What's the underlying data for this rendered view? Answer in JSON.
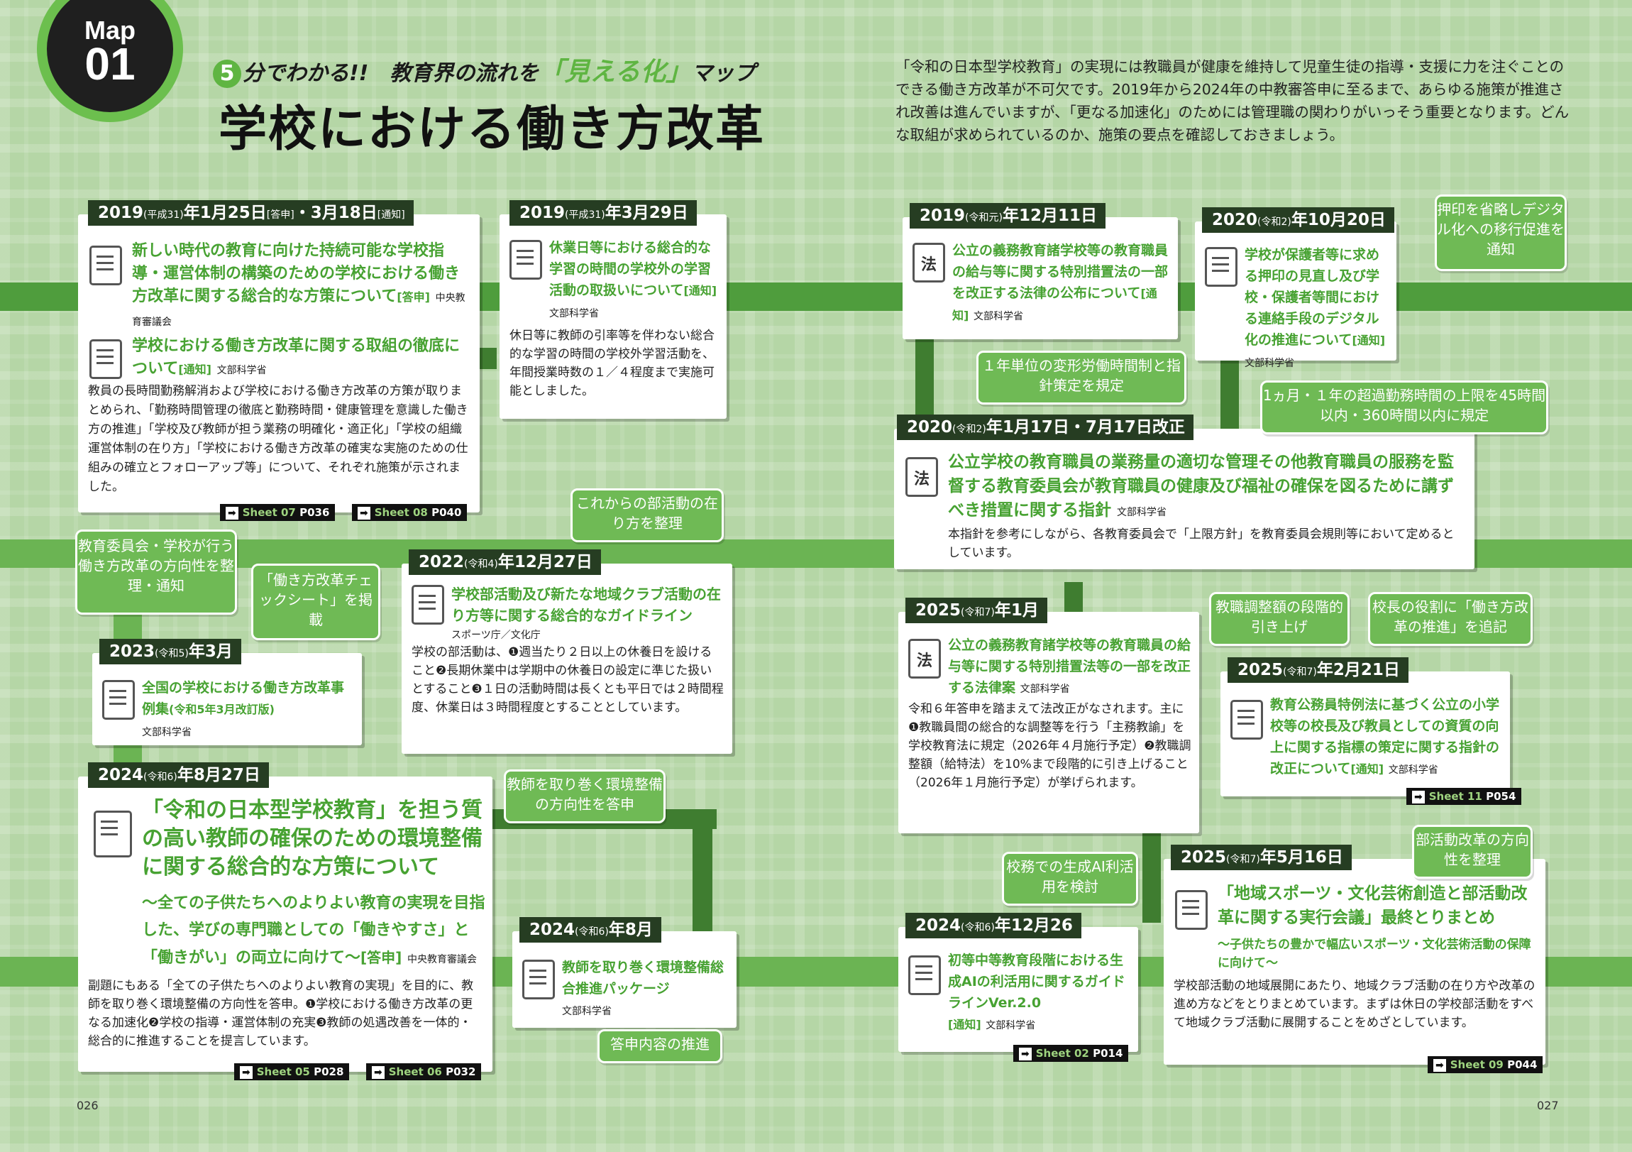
{
  "header": {
    "badge_top": "Map",
    "badge_num": "01",
    "sub_num": "5",
    "sub_pre": "分でわかる!!　教育界の流れを",
    "sub_hl": "「見える化」",
    "sub_post": "マップ",
    "title": "学校における働き方改革",
    "intro": "「令和の日本型学校教育」の実現には教職員が健康を維持して児童生徒の指導・支援に力を注ぐことのできる働き方改革が不可欠です。2019年から2024年の中教審答申に至るまで、あらゆる施策が推進され改善は進んでいますが、「更なる加速化」のためには管理職の関わりがいっそう重要となります。どんな取組が求められているのか、施策の要点を確認しておきましょう。"
  },
  "cards": {
    "c1": {
      "date": "2019",
      "date_era": "(平成31)",
      "date_rest": "年1月25日",
      "date_tag1": "[答申]",
      "date_mid": "・3月18日",
      "date_tag2": "[通知]",
      "h1": "新しい時代の教育に向けた持続可能な学校指導・運営体制の構築のための学校における働き方改革に関する総合的な方策について",
      "h1_tag": "[答申]",
      "h1_org": "中央教育審議会",
      "h2": "学校における働き方改革に関する取組の徹底について",
      "h2_tag": "[通知]",
      "h2_org": "文部科学省",
      "body": "教員の長時間勤務解消および学校における働き方改革の方策が取りまとめられ、「勤務時間管理の徹底と勤務時間・健康管理を意識した働き方の推進」「学校及び教師が担う業務の明確化・適正化」「学校の組織運営体制の在り方」「学校における働き方改革の確実な実施のための仕組みの確立とフォローアップ等」について、それぞれ施策が示されました。",
      "ref1": "Sheet 07",
      "ref1p": "P036",
      "ref2": "Sheet 08",
      "ref2p": "P040"
    },
    "c2": {
      "date": "2019",
      "date_era": "(平成31)",
      "date_rest": "年3月29日",
      "h1": "休業日等における総合的な学習の時間の学校外の学習活動の取扱いについて",
      "h1_tag": "[通知]",
      "h1_org": "文部科学省",
      "body": "休日等に教師の引率等を伴わない総合的な学習の時間の学校外学習活動を、年間授業時数の１／４程度まで実施可能としました。"
    },
    "c3": {
      "date": "2019",
      "date_era": "(令和元)",
      "date_rest": "年12月11日",
      "h1": "公立の義務教育諸学校等の教育職員の給与等に関する特別措置法の一部を改正する法律の公布について",
      "h1_tag": "[通知]",
      "h1_org": "文部科学省"
    },
    "c4": {
      "date": "2020",
      "date_era": "(令和2)",
      "date_rest": "年10月20日",
      "h1": "学校が保護者等に求める押印の見直し及び学校・保護者等間における連絡手段のデジタル化の推進について",
      "h1_tag": "[通知]",
      "h1_org": "文部科学省"
    },
    "c5": {
      "date": "2020",
      "date_era": "(令和2)",
      "date_rest": "年1月17日・7月17日改正",
      "h1": "公立学校の教育職員の業務量の適切な管理その他教育職員の服務を監督する教育委員会が教育職員の健康及び福祉の確保を図るために講ずべき措置に関する指針",
      "h1_org": "文部科学省",
      "body": "本指針を参考にしながら、各教育委員会で「上限方針」を教育委員会規則等において定めるとしています。"
    },
    "c6": {
      "date": "2022",
      "date_era": "(令和4)",
      "date_rest": "年12月27日",
      "h1": "学校部活動及び新たな地域クラブ活動の在り方等に関する総合的なガイドライン",
      "h1_org": "スポーツ庁／文化庁",
      "body": "学校の部活動は、❶週当たり２日以上の休養日を設けること❷長期休業中は学期中の休養日の設定に準じた扱いとすること❸１日の活動時間は長くとも平日では２時間程度、休業日は３時間程度とすることとしています。"
    },
    "c7": {
      "date": "2023",
      "date_era": "(令和5)",
      "date_rest": "年3月",
      "h1": "全国の学校における働き方改革事例集",
      "h1_tag": "(令和5年3月改訂版)",
      "h1_org": "文部科学省"
    },
    "c8": {
      "date": "2024",
      "date_era": "(令和6)",
      "date_rest": "年8月27日",
      "h1": "「令和の日本型学校教育」を担う質の高い教師の確保のための環境整備に関する総合的な方策について",
      "h1_sub": "～全ての子供たちへのよりよい教育の実現を目指した、学びの専門職としての「働きやすさ」と「働きがい」の両立に向けて～",
      "h1_tag": "[答申]",
      "h1_org": "中央教育審議会",
      "body": "副題にもある「全ての子供たちへのよりよい教育の実現」を目的に、教師を取り巻く環境整備の方向性を答申。❶学校における働き方改革の更なる加速化❷学校の指導・運営体制の充実❸教師の処遇改善を一体的・総合的に推進することを提言しています。",
      "ref1": "Sheet 05",
      "ref1p": "P028",
      "ref2": "Sheet 06",
      "ref2p": "P032"
    },
    "c9": {
      "date": "2024",
      "date_era": "(令和6)",
      "date_rest": "年8月",
      "h1": "教師を取り巻く環境整備総合推進パッケージ",
      "h1_org": "文部科学省"
    },
    "c10": {
      "date": "2025",
      "date_era": "(令和7)",
      "date_rest": "年1月",
      "h1": "公立の義務教育諸学校等の教育職員の給与等に関する特別措置法等の一部を改正する法律案",
      "h1_org": "文部科学省",
      "body": "令和６年答申を踏まえて法改正がなされます。主に❶教職員間の総合的な調整等を行う「主務教諭」を学校教育法に規定（2026年４月施行予定）❷教職調整額（給特法）を10%まで段階的に引き上げること（2026年１月施行予定）が挙げられます。"
    },
    "c11": {
      "date": "2025",
      "date_era": "(令和7)",
      "date_rest": "年2月21日",
      "h1": "教育公務員特例法に基づく公立の小学校等の校長及び教員としての資質の向上に関する指標の策定に関する指針の改正について",
      "h1_tag": "[通知]",
      "h1_org": "文部科学省",
      "ref1": "Sheet 11",
      "ref1p": "P054"
    },
    "c12": {
      "date": "2024",
      "date_era": "(令和6)",
      "date_rest": "年12月26",
      "h1": "初等中等教育段階における生成AIの利活用に関するガイドラインVer.2.0",
      "h1_tag": "[通知]",
      "h1_org": "文部科学省",
      "ref1": "Sheet 02",
      "ref1p": "P014"
    },
    "c13": {
      "date": "2025",
      "date_era": "(令和7)",
      "date_rest": "年5月16日",
      "h1": "「地域スポーツ・文化芸術創造と部活動改革に関する実行会議」最終とりまとめ",
      "h1_sub": "～子供たちの豊かで幅広いスポーツ・文化芸術活動の保障に向けて～",
      "body": "学校部活動の地域展開にあたり、地域クラブ活動の在り方や改革の進め方などをとりまとめています。まずは休日の学校部活動をすべて地域クラブ活動に展開することをめざとしています。",
      "ref1": "Sheet 09",
      "ref1p": "P044"
    }
  },
  "bubbles": {
    "b1": "教育委員会・学校が行う働き方改革の方向性を整理・通知",
    "b2": "「働き方改革チェックシート」を掲載",
    "b3": "これからの部活動の在り方を整理",
    "b4": "教師を取り巻く環境整備の方向性を答申",
    "b5": "答申内容の推進",
    "b6": "１年単位の変形労働時間制と指針策定を規定",
    "b7": "押印を省略しデジタル化への移行促進を通知",
    "b8": "1ヵ月・１年の超過勤務時間の上限を45時間以内・360時間以内に規定",
    "b9": "教職調整額の段階的引き上げ",
    "b10": "校長の役割に「働き方改革の推進」を追記",
    "b11": "校務での生成AI利活用を検討",
    "b12": "部活動改革の方向性を整理"
  },
  "pages": {
    "left": "026",
    "right": "027"
  }
}
